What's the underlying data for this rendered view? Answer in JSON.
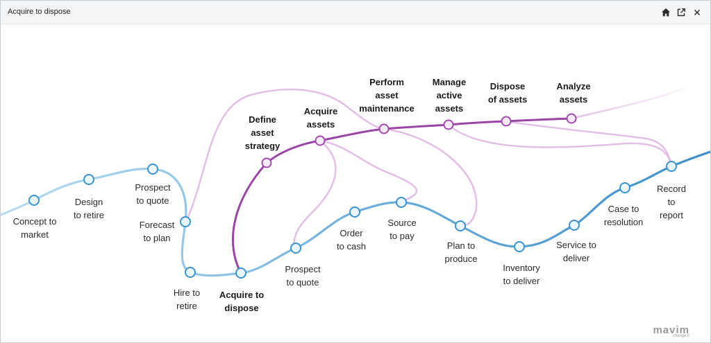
{
  "window": {
    "title": "Acquire to dispose",
    "buttons": [
      {
        "name": "home-icon"
      },
      {
        "name": "open-external-icon"
      },
      {
        "name": "close-icon"
      }
    ]
  },
  "colors": {
    "blue_main": "#4f9fd1",
    "blue_light": "#9ccbe6",
    "purple_main": "#9b45a6",
    "purple_light": "#e3bfe6",
    "node_fill": "#e9f6fd",
    "node_stroke_blue": "#3a93cf",
    "node_stroke_purple": "#a24aae"
  },
  "process_nodes": [
    {
      "id": "concept",
      "label": "Concept to\nmarket"
    },
    {
      "id": "design",
      "label": "Design\nto retire"
    },
    {
      "id": "prospect1",
      "label": "Prospect\nto quote"
    },
    {
      "id": "forecast",
      "label": "Forecast\nto plan"
    },
    {
      "id": "hire",
      "label": "Hire to\nretire"
    },
    {
      "id": "acquire",
      "label": "Acquire to\ndispose",
      "bold": true
    },
    {
      "id": "prospect2",
      "label": "Prospect\nto quote"
    },
    {
      "id": "order",
      "label": "Order\nto cash"
    },
    {
      "id": "source",
      "label": "Source\nto pay"
    },
    {
      "id": "plan",
      "label": "Plan to\nproduce"
    },
    {
      "id": "inventory",
      "label": "Inventory\nto deliver"
    },
    {
      "id": "service",
      "label": "Service to\ndeliver"
    },
    {
      "id": "case",
      "label": "Case to\nresolution"
    },
    {
      "id": "record",
      "label": "Record\nto\nreport"
    }
  ],
  "sub_nodes": [
    {
      "id": "define",
      "label": "Define\nasset\nstrategy"
    },
    {
      "id": "acquire_assets",
      "label": "Acquire\nassets"
    },
    {
      "id": "perform",
      "label": "Perform\nasset\nmaintenance"
    },
    {
      "id": "manage",
      "label": "Manage\nactive\nassets"
    },
    {
      "id": "dispose",
      "label": "Dispose\nof assets"
    },
    {
      "id": "analyze",
      "label": "Analyze\nassets"
    }
  ],
  "logo": {
    "word": "mavim",
    "tagline": "change it"
  }
}
